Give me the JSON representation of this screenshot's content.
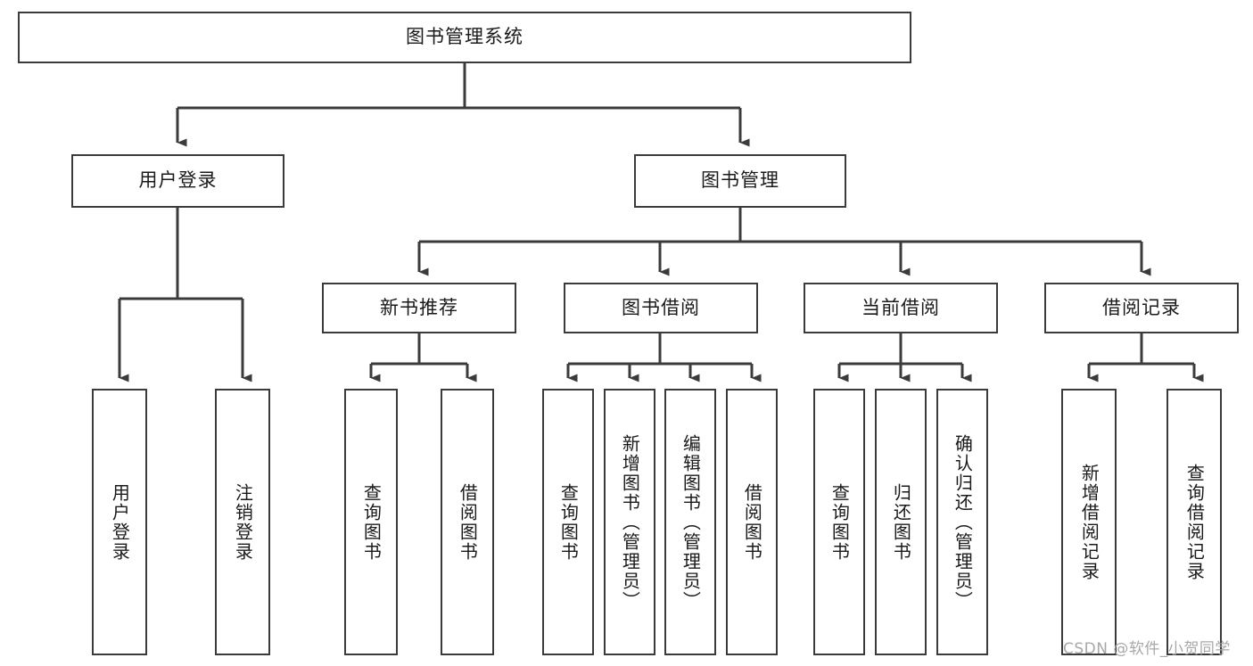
{
  "diagram": {
    "type": "tree-hierarchy",
    "title": "图书管理系统",
    "root": {
      "id": "root",
      "label": "图书管理系统",
      "level": 0
    },
    "level2": [
      {
        "id": "user-login",
        "label": "用户登录",
        "level": 1
      },
      {
        "id": "book-management",
        "label": "图书管理",
        "level": 1
      }
    ],
    "level3": [
      {
        "id": "new-book-recommend",
        "label": "新书推荐",
        "parent": "book-management",
        "level": 2
      },
      {
        "id": "book-borrow",
        "label": "图书借阅",
        "parent": "book-management",
        "level": 2
      },
      {
        "id": "current-borrow",
        "label": "当前借阅",
        "parent": "book-management",
        "level": 2
      },
      {
        "id": "borrow-record",
        "label": "借阅记录",
        "parent": "book-management",
        "level": 2
      }
    ],
    "leaves": [
      {
        "id": "leaf-user-login",
        "label": "用户登录",
        "parent": "user-login",
        "level": 3
      },
      {
        "id": "leaf-logout-login",
        "label": "注销登录",
        "parent": "user-login",
        "level": 3
      },
      {
        "id": "leaf-query-book-1",
        "label": "查询图书",
        "parent": "new-book-recommend",
        "level": 3
      },
      {
        "id": "leaf-borrow-book-1",
        "label": "借阅图书",
        "parent": "new-book-recommend",
        "level": 3
      },
      {
        "id": "leaf-query-book-2",
        "label": "查询图书",
        "parent": "book-borrow",
        "level": 3
      },
      {
        "id": "leaf-add-book",
        "label": "新增图书（管理员）",
        "parent": "book-borrow",
        "level": 3
      },
      {
        "id": "leaf-edit-book",
        "label": "编辑图书（管理员）",
        "parent": "book-borrow",
        "level": 3
      },
      {
        "id": "leaf-borrow-book-2",
        "label": "借阅图书",
        "parent": "book-borrow",
        "level": 3
      },
      {
        "id": "leaf-query-book-3",
        "label": "查询图书",
        "parent": "current-borrow",
        "level": 3
      },
      {
        "id": "leaf-return-book",
        "label": "归还图书",
        "parent": "current-borrow",
        "level": 3
      },
      {
        "id": "leaf-confirm-return",
        "label": "确认归还（管理员）",
        "parent": "current-borrow",
        "level": 3
      },
      {
        "id": "leaf-add-record",
        "label": "新增借阅记录",
        "parent": "borrow-record",
        "level": 3
      },
      {
        "id": "leaf-query-record",
        "label": "查询借阅记录",
        "parent": "borrow-record",
        "level": 3
      }
    ],
    "colors": {
      "stroke": "#3b3b3b",
      "fill": "#ffffff",
      "text": "#1a1a1a",
      "watermark": "#a8a8a8"
    }
  },
  "watermark": {
    "text": "CSDN @软件_小贺同学"
  }
}
